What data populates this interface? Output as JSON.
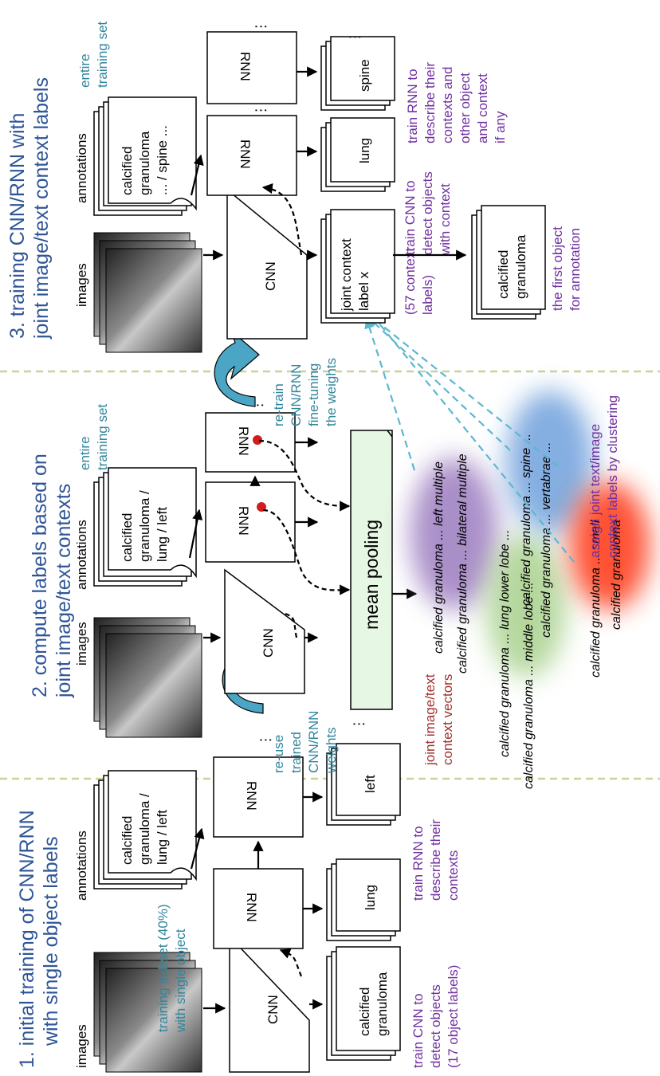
{
  "stage1": {
    "title_line1": "1.   initial training of CNN/RNN",
    "title_line2": "with single object labels",
    "images_label": "images",
    "annotations_label": "annotations",
    "annotation_text": [
      "calcified",
      "granuloma /",
      "lung / left"
    ],
    "subset_line1": "training subset (40%)",
    "subset_line2": "with single object",
    "cnn_label": "CNN",
    "rnn_label": "RNN",
    "out_cnn": [
      "calcified",
      "granuloma"
    ],
    "out_rnn1": "lung",
    "out_rnn2": "left",
    "cnn_note": [
      "train CNN to",
      "detect objects",
      "(17 object labels)"
    ],
    "rnn_note": [
      "train RNN to",
      "describe their",
      "contexts"
    ],
    "dots": "⋮"
  },
  "transition1": [
    "re-use",
    "trained",
    "CNN/RNN",
    "weights"
  ],
  "stage2": {
    "title_line1": "2. compute labels based on",
    "title_line2": "joint image/text contexts",
    "images_label": "images",
    "annotations_label": "annotations",
    "annotation_text": [
      "calcified",
      "granuloma /",
      "lung / left"
    ],
    "set_line1": "entire",
    "set_line2": "training set",
    "cnn_label": "CNN",
    "rnn_label": "RNN",
    "pool_label": "mean pooling",
    "vectors_label": [
      "joint image/text",
      "context vectors"
    ],
    "assign_label": [
      "assign joint text/image",
      "context labels by clustering"
    ],
    "contexts": [
      "calcified granuloma ... left multiple",
      "calcified granuloma ... bilateral multiple",
      "calcified granuloma ... lung lower lobe ...",
      "calcified granuloma ... middle lobe ...",
      "calcified granuloma ... spine ...",
      "calcified granuloma ... vertabrae ...",
      "calcified granuloma ... small",
      "calcified granuloma"
    ],
    "dots": "⋮"
  },
  "transition2": [
    "re-train",
    "CNN/RNN",
    "fine-tuning",
    "the weights"
  ],
  "stage3": {
    "title_line1": "3. training CNN/RNN with",
    "title_line2": "joint image/text context labels",
    "images_label": "images",
    "annotations_label": "annotations",
    "annotation_text": [
      "calcified",
      "granuloma",
      "... / spine ..."
    ],
    "set_line1": "entire",
    "set_line2": "training set",
    "cnn_label": "CNN",
    "rnn_label": "RNN",
    "joint_label": [
      "joint context",
      "label x"
    ],
    "context_count": [
      "(57 context",
      "labels)"
    ],
    "cnn_note": [
      "train CNN to",
      "detect objects",
      "with context"
    ],
    "rnn_out1": "lung",
    "rnn_out2": "spine",
    "rnn_note": [
      "train RNN to",
      "describe their",
      "contexts and",
      "other object",
      "and context",
      "if any"
    ],
    "first_obj_box": [
      "calcified",
      "granuloma"
    ],
    "first_obj_note": [
      "the first object",
      "for annotation"
    ],
    "dots": "⋮"
  },
  "colors": {
    "title": "#2f5597",
    "teal": "#31859c",
    "purple": "#7030a0",
    "red_text": "#a0312e",
    "pool_fill": "#e6f7e3",
    "arrow_blue": "#4aa6c4",
    "blob_purple": "#9b7bbf",
    "blob_green": "#a9d18e",
    "blob_blue": "#6fa0dc",
    "blob_red": "#ff4a2a"
  }
}
